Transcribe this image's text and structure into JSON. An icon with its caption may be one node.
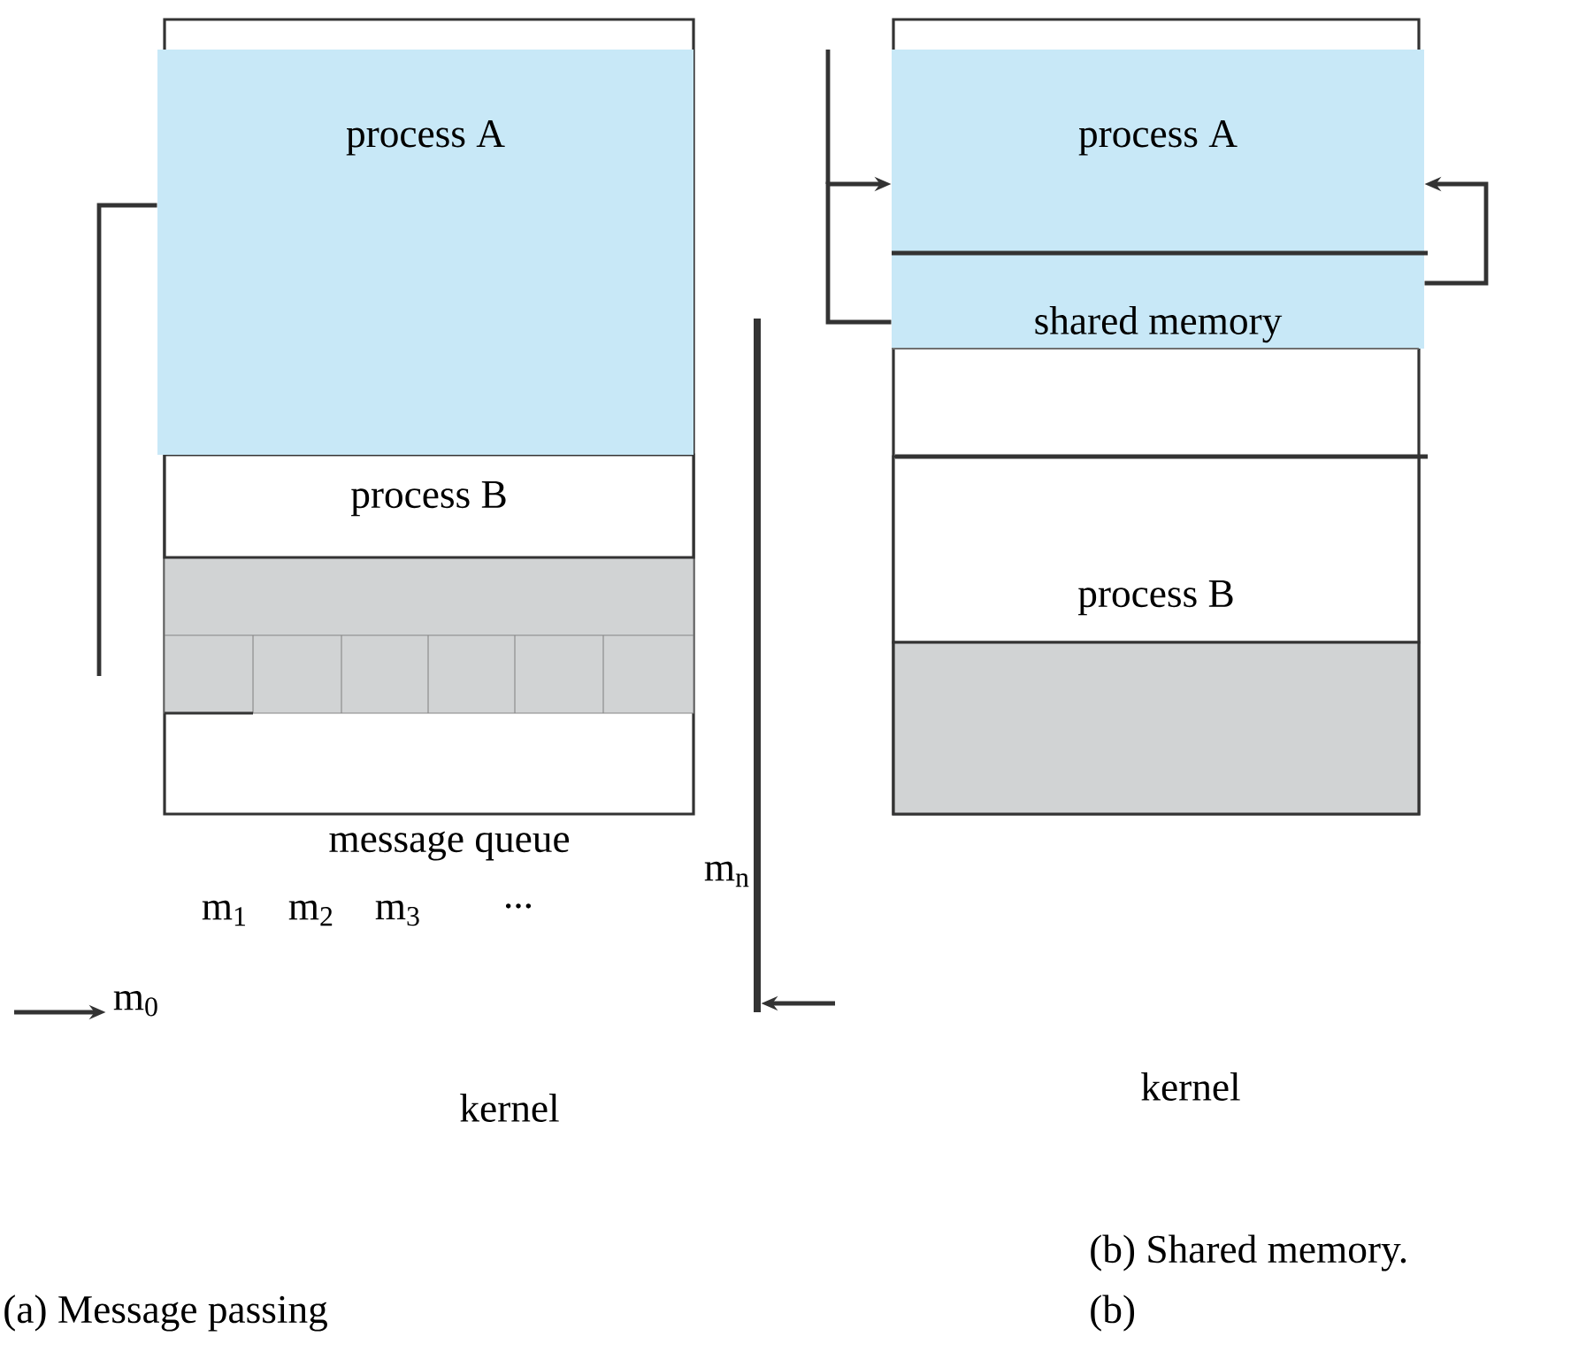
{
  "diagram": {
    "nodes": [
      {
        "text": [
          "process A"
        ]
      },
      {
        "text": [
          "process B"
        ]
      },
      {
        "text": [],
        "shape": "bar",
        "beside": [
          "m$_{n}$"
        ]
      },
      {
        "text": [
          "m$_{0}$"
        ]
      },
      {
        "text": [
          "process A"
        ]
      },
      {
        "text": [
          "shared memory"
        ]
      },
      {
        "text": [
          "process B"
        ]
      },
      {
        "text": [],
        "shape": "box"
      }
    ],
    "edges": [
      {
        "from": 0,
        "to": null,
        "arrow": "none"
      },
      {
        "from": null,
        "to": 3,
        "arrow": "to"
      },
      {
        "from": null,
        "to": 2,
        "arrow": "to"
      },
      {
        "from": 5,
        "to": 4,
        "arrow": "to"
      },
      {
        "from": 5,
        "to": 4,
        "arrow": "to"
      }
    ],
    "labels": [
      "message queue",
      "m$_{1}$",
      "m$_{2}$",
      "m$_{3}$",
      "...",
      "kernel",
      "kernel",
      "(b) Shared memory.",
      "(a)   Message passing",
      "(b)"
    ]
  }
}
